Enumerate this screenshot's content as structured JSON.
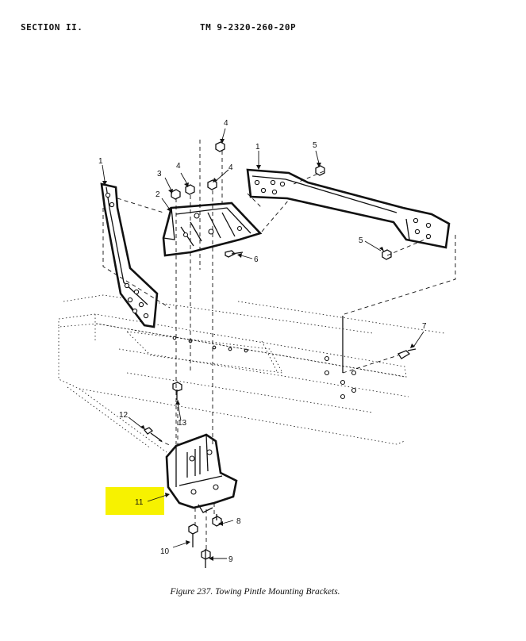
{
  "header": {
    "section": "SECTION II.",
    "tm_number": "TM 9-2320-260-20P"
  },
  "callouts": {
    "c1": "1",
    "c2": "2",
    "c3": "3",
    "c4a": "4",
    "c4b": "4",
    "c4c": "4",
    "c5a": "5",
    "c5b": "5",
    "c6": "6",
    "c7": "7",
    "c8": "8",
    "c9": "9",
    "c10": "10",
    "c11": "11",
    "c12": "12",
    "c13": "13"
  },
  "highlight": {
    "color": "#f7f200",
    "target": "11"
  },
  "caption": "Figure 237.  Towing Pintle Mounting Brackets."
}
